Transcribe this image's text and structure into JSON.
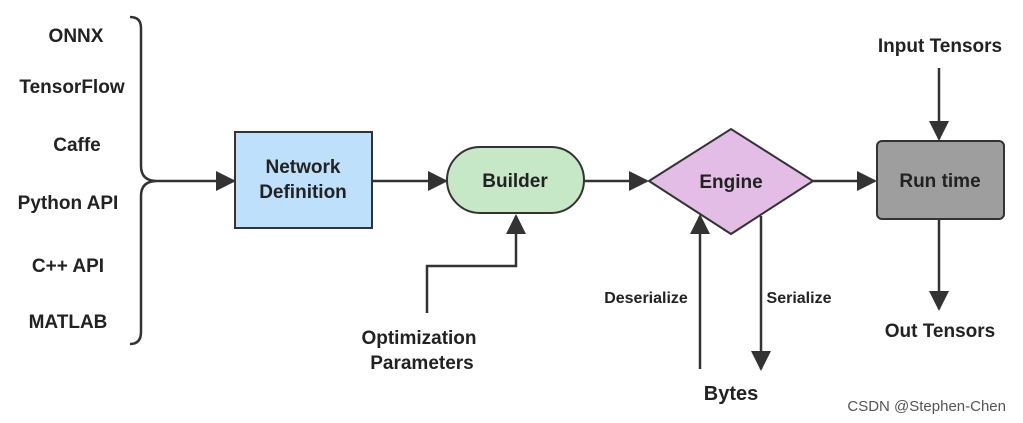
{
  "frameworks": {
    "items": [
      "ONNX",
      "TensorFlow",
      "Caffe",
      "Python API",
      "C++ API",
      "MATLAB"
    ]
  },
  "nodes": {
    "network": {
      "line1": "Network",
      "line2": "Definition",
      "color": "#bfe0fb"
    },
    "builder": {
      "label": "Builder",
      "color": "#c6e8c6"
    },
    "engine": {
      "label": "Engine",
      "color": "#e3bde6"
    },
    "runtime": {
      "label": "Run time",
      "color": "#9e9e9e"
    }
  },
  "labels": {
    "optimization_line1": "Optimization",
    "optimization_line2": "Parameters",
    "deserialize": "Deserialize",
    "serialize": "Serialize",
    "bytes": "Bytes",
    "input_tensors": "Input Tensors",
    "out_tensors": "Out Tensors"
  },
  "watermark": "CSDN @Stephen-Chen",
  "colors": {
    "stroke": "#333333",
    "text": "#222222"
  }
}
